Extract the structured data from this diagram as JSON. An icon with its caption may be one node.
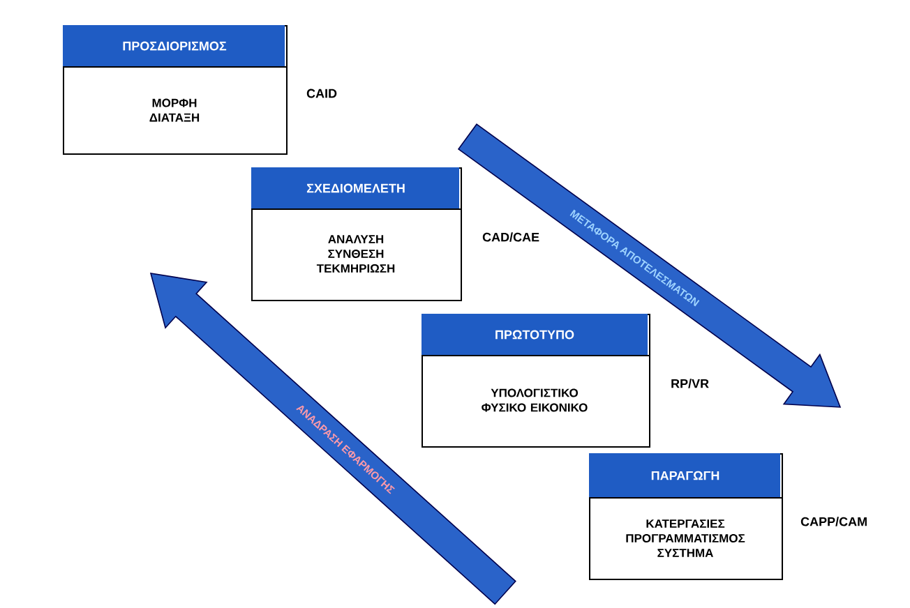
{
  "diagram": {
    "nodes": [
      {
        "text": [
          "ΠΡΟΣΔΙΟΡΙΣΜΟΣ",
          "ΜΟΡΦΗ ΔΙΑΤΑΞΗ"
        ],
        "beside": [
          "CAID"
        ]
      },
      {
        "text": [
          "ΣΧΕΔΙΟΜΕΛΕΤΗ",
          "ΑΝΑΛΥΣΗ ΣΥΝΘΕΣΗ ΤΕΚΜΗΡΙΩΣΗ"
        ],
        "beside": [
          "CAD/CAE"
        ]
      },
      {
        "text": [
          "ΠΡΩΤΟΤΥΠΟ",
          "ΥΠΟΛΟΓΙΣΤΙΚΟ ΦΥΣΙΚΟ ΕΙΚΟΝΙΚΟ"
        ],
        "beside": [
          "RP/VR"
        ]
      },
      {
        "text": [
          "ΠΑΡΑΓΩΓΗ",
          "ΚΑΤΕΡΓΑΣΙΕΣ ΠΡΟΓΡΑΜΜΑΤΙΣΜΟΣ ΣΥΣΤΗΜΑ"
        ],
        "beside": [
          "CAPP/CAM"
        ]
      }
    ],
    "labels": [
      "ΜΕΤΑΦΟΡΑ ΑΠΟΤΕΛΕΣΜΑΤΩΝ",
      "ΑΝΑΔΡΑΣΗ ΕΦΑΡΜΟΓΗΣ"
    ]
  }
}
